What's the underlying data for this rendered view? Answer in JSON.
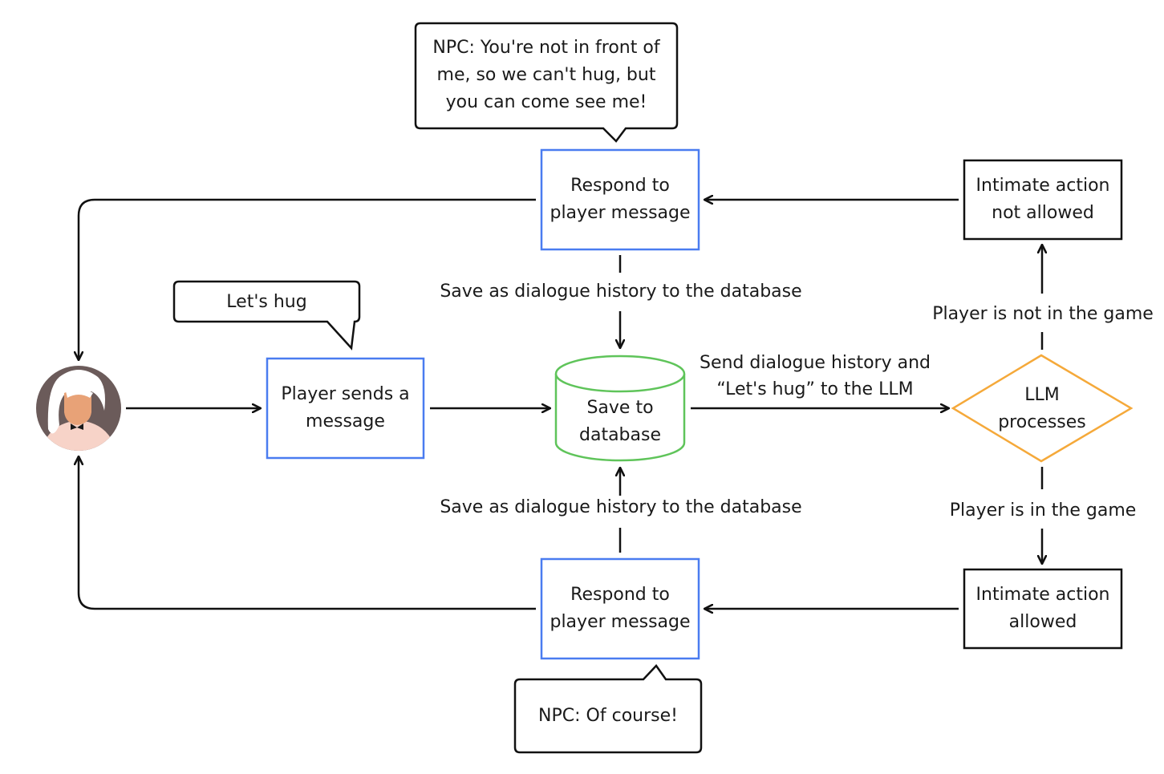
{
  "diagram": {
    "nodes": {
      "respond_top": "Respond to\nplayer message",
      "respond_bottom": "Respond to\nplayer message",
      "player_sends": "Player sends a\nmessage",
      "save_db": "Save to\ndatabase",
      "llm": "LLM\nprocesses",
      "not_allowed": "Intimate action\nnot allowed",
      "allowed": "Intimate action\nallowed"
    },
    "bubbles": {
      "npc_top": "NPC: You're not in front of\nme, so we can't hug, but\nyou can come see me!",
      "player": "Let's hug",
      "npc_bottom": "NPC: Of course!"
    },
    "edges": {
      "save_top": "Save as dialogue history to the database",
      "save_bottom": "Save as dialogue history to the database",
      "send_llm": "Send dialogue history and\n“Let's hug”   to the LLM",
      "not_in_game": "Player is not in the game",
      "in_game": "Player is in the game"
    },
    "colors": {
      "respond_box": "#4a7cf0",
      "player_box": "#4a7cf0",
      "database": "#5fc45a",
      "llm": "#f5a93a",
      "decision_box": "#111111",
      "arrow": "#111111",
      "avatar_bg": "#6b5b5a",
      "avatar_face": "#e8a277",
      "avatar_hair": "#ffffff",
      "avatar_shirt": "#f7d3c8"
    },
    "icons": [
      "avatar-icon"
    ]
  }
}
